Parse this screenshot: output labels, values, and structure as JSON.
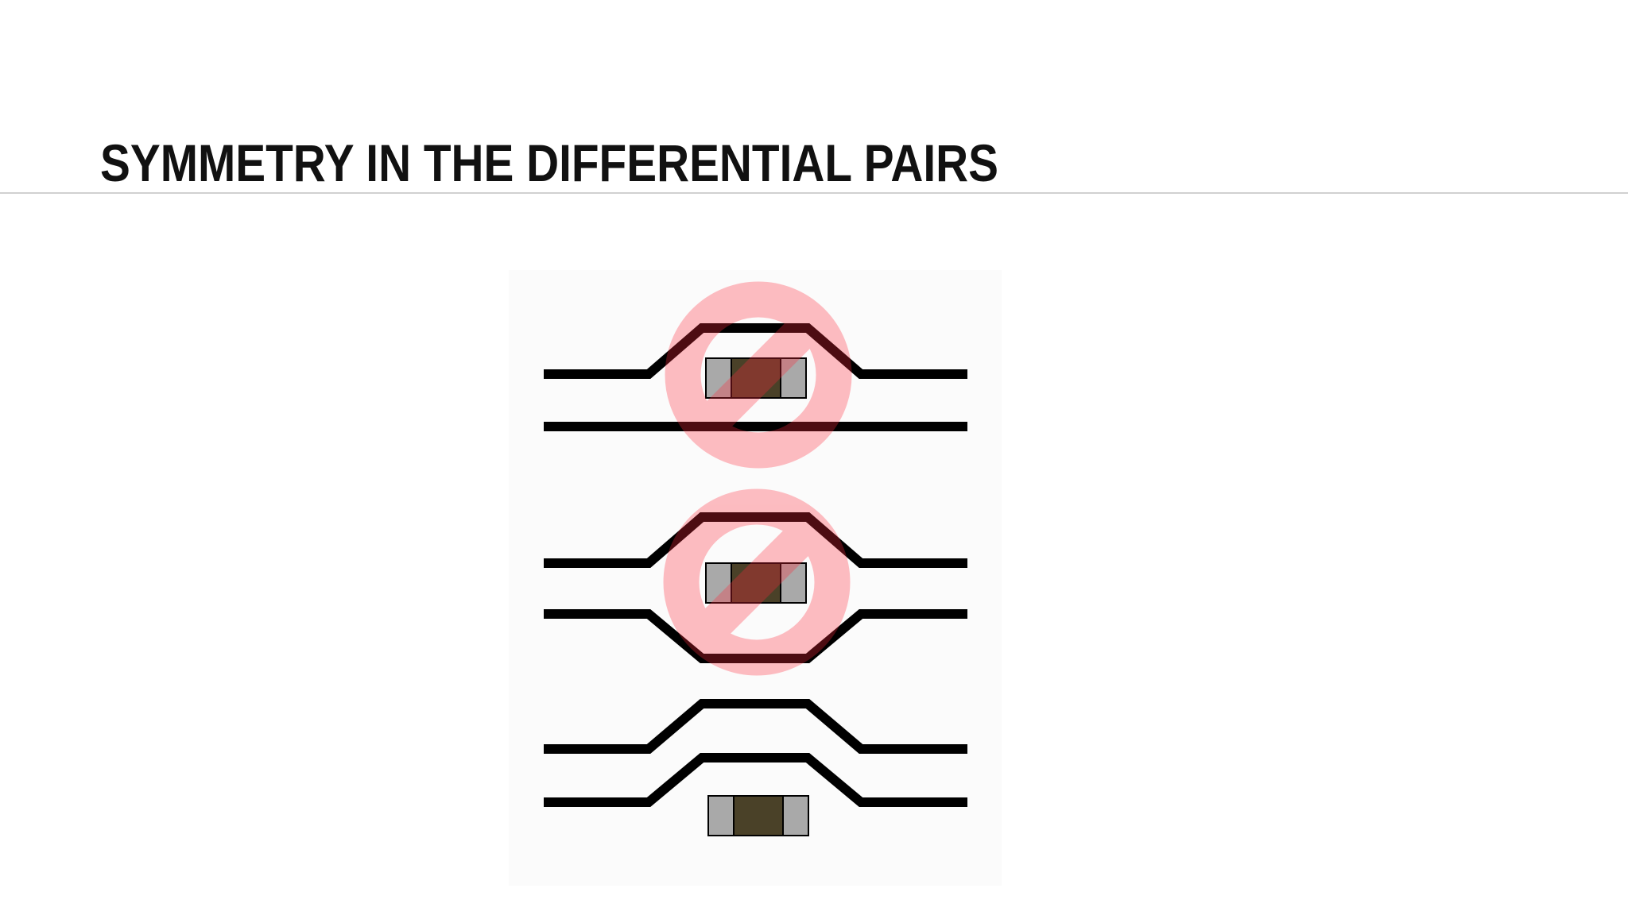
{
  "slide": {
    "title": "SYMMETRY IN THE DIFFERENTIAL PAIRS"
  },
  "diagram": {
    "variants": [
      {
        "id": "component-on-one-trace",
        "marked_incorrect": true
      },
      {
        "id": "component-between-traces",
        "marked_incorrect": true
      },
      {
        "id": "component-outside-pair",
        "marked_incorrect": false
      }
    ],
    "colors": {
      "trace": "#000000",
      "pad": "#a9a9a9",
      "component_body": "#4a4128",
      "prohibition_sign": "#ff2a3c"
    },
    "icons": [
      "prohibition-sign-icon",
      "smd-component-icon"
    ]
  }
}
